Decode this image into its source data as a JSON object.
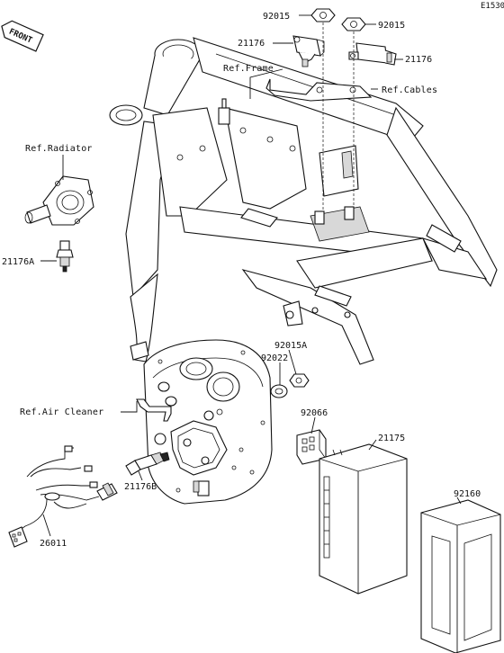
{
  "diagram_code": "E1530",
  "front_arrow_text": "FRONT",
  "labels": {
    "p92015_left": "92015",
    "p92015_right": "92015",
    "p21176_left": "21176",
    "p21176_right": "21176",
    "ref_frame": "Ref.Frame",
    "ref_cables": "Ref.Cables",
    "ref_radiator": "Ref.Radiator",
    "p21176A": "21176A",
    "p92015A": "92015A",
    "p92022": "92022",
    "ref_air_cleaner": "Ref.Air Cleaner",
    "p92066": "92066",
    "p21175": "21175",
    "p92160": "92160",
    "p21176B": "21176B",
    "p26011": "26011"
  }
}
